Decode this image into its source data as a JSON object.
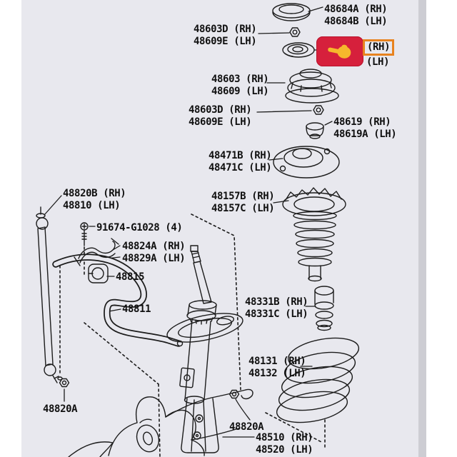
{
  "colors": {
    "page_bg": "#ffffff",
    "panel_bg": "#e8e8ee",
    "right_band": "#cdcdd3",
    "line_art": "#1c1c1c",
    "highlight_red": "#d6203c",
    "highlight_orange": "#e8831f",
    "hand_yellow": "#f6b82c"
  },
  "highlight": {
    "icon_name": "pointing-hand-icon",
    "rh": "(RH)",
    "lh": "(LH)"
  },
  "labels": {
    "k48684": "48684A (RH)\n48684B (LH)",
    "k48603d_a": "48603D (RH)\n48609E (LH)",
    "k48603": "48603 (RH)\n48609 (LH)",
    "k48603d_b": "48603D (RH)\n48609E (LH)",
    "k48619": "48619 (RH)\n48619A (LH)",
    "k48471": "48471B (RH)\n48471C (LH)",
    "k48157": "48157B (RH)\n48157C (LH)",
    "k48820b": "48820B (RH)\n48810 (LH)",
    "k91674": "91674-G1028 (4)",
    "k48824": "48824A (RH)\n48829A (LH)",
    "k48815": "48815",
    "k48811": "48811",
    "k48331": "48331B (RH)\n48331C (LH)",
    "k48131": "48131 (RH)\n48132 (LH)",
    "k48820a_l": "48820A",
    "k48820a_c": "48820A",
    "k48510": "48510 (RH)\n48520 (LH)"
  }
}
